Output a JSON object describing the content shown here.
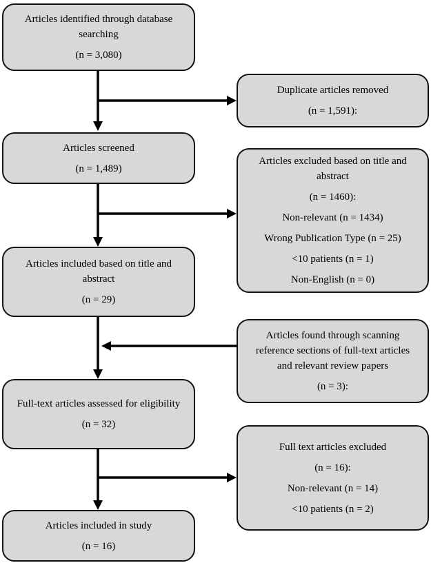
{
  "colors": {
    "box_fill": "#d8d8d8",
    "box_border": "#111111",
    "arrow": "#000000",
    "background": "#ffffff"
  },
  "main_boxes": [
    {
      "title": "Articles identified through database searching",
      "count": "(n = 3,080)"
    },
    {
      "title": "Articles screened",
      "count": "(n = 1,489)"
    },
    {
      "title": "Articles included based on title and abstract",
      "count": "(n = 29)"
    },
    {
      "title": "Full-text articles assessed for eligibility",
      "count": "(n = 32)"
    },
    {
      "title": "Articles included in study",
      "count": "(n = 16)"
    }
  ],
  "side_boxes": [
    {
      "title": "Duplicate articles removed",
      "count": "(n = 1,591):",
      "details": []
    },
    {
      "title": "Articles excluded based on title and abstract",
      "count": "(n = 1460):",
      "details": [
        "Non-relevant (n = 1434)",
        "Wrong Publication Type (n = 25)",
        "<10 patients (n = 1)",
        "Non-English (n = 0)"
      ]
    },
    {
      "title": "Articles found through scanning reference sections of full-text articles and relevant review papers",
      "count": "(n = 3):",
      "details": []
    },
    {
      "title": "Full text articles excluded",
      "count": "(n = 16):",
      "details": [
        "Non-relevant (n = 14)",
        "<10 patients (n = 2)"
      ]
    }
  ]
}
